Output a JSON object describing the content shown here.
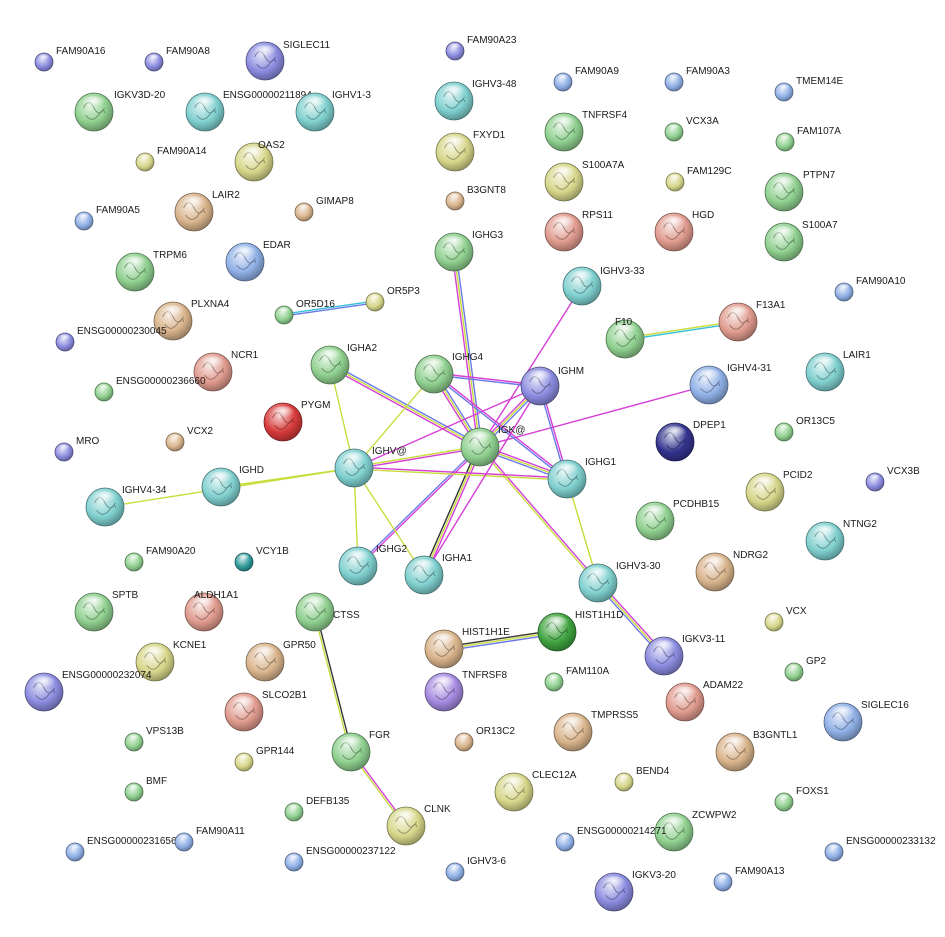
{
  "colors": {
    "purple": "#8b8be0",
    "blue": "#8fb0e6",
    "green": "#8fd08f",
    "teal": "#7fcfcf",
    "olive": "#d6d68a",
    "tan": "#d9b48c",
    "salmon": "#e09a8e",
    "red": "#d83a3a",
    "navy": "#33338f",
    "darkteal": "#2f9a9a",
    "darkgreen": "#3fa33f",
    "violet": "#a58ae0",
    "edge_magenta": "#d63fd6",
    "edge_yellow": "#c8dc3c",
    "edge_blue": "#6a7ae8",
    "edge_dark": "#333333",
    "edge_cyan": "#38c0d8"
  },
  "nodes": [
    {
      "id": "FAM90A16",
      "label": "FAM90A16",
      "color": "purple",
      "size": "s"
    },
    {
      "id": "FAM90A8",
      "label": "FAM90A8",
      "color": "purple",
      "size": "s"
    },
    {
      "id": "SIGLEC11",
      "label": "SIGLEC11",
      "color": "purple",
      "size": "l"
    },
    {
      "id": "FAM90A23",
      "label": "FAM90A23",
      "color": "purple",
      "size": "s"
    },
    {
      "id": "IGKV3D-20",
      "label": "IGKV3D-20",
      "color": "green",
      "size": "l"
    },
    {
      "id": "ENSG00000211894",
      "label": "ENSG00000211894",
      "color": "teal",
      "size": "l"
    },
    {
      "id": "IGHV1-3",
      "label": "IGHV1-3",
      "color": "teal",
      "size": "l"
    },
    {
      "id": "IGHV3-48",
      "label": "IGHV3-48",
      "color": "teal",
      "size": "l"
    },
    {
      "id": "FAM90A9",
      "label": "FAM90A9",
      "color": "blue",
      "size": "s"
    },
    {
      "id": "FAM90A3",
      "label": "FAM90A3",
      "color": "blue",
      "size": "s"
    },
    {
      "id": "TMEM14E",
      "label": "TMEM14E",
      "color": "blue",
      "size": "s"
    },
    {
      "id": "TNFRSF4",
      "label": "TNFRSF4",
      "color": "green",
      "size": "l"
    },
    {
      "id": "VCX3A",
      "label": "VCX3A",
      "color": "green",
      "size": "s"
    },
    {
      "id": "FAM107A",
      "label": "FAM107A",
      "color": "green",
      "size": "s"
    },
    {
      "id": "FXYD1",
      "label": "FXYD1",
      "color": "olive",
      "size": "l"
    },
    {
      "id": "OAS2",
      "label": "OAS2",
      "color": "olive",
      "size": "l"
    },
    {
      "id": "FAM90A14",
      "label": "FAM90A14",
      "color": "olive",
      "size": "s"
    },
    {
      "id": "S100A7A",
      "label": "S100A7A",
      "color": "olive",
      "size": "l"
    },
    {
      "id": "FAM129C",
      "label": "FAM129C",
      "color": "olive",
      "size": "s"
    },
    {
      "id": "PTPN7",
      "label": "PTPN7",
      "color": "green",
      "size": "l"
    },
    {
      "id": "LAIR2",
      "label": "LAIR2",
      "color": "tan",
      "size": "l"
    },
    {
      "id": "GIMAP8",
      "label": "GIMAP8",
      "color": "tan",
      "size": "s"
    },
    {
      "id": "B3GNT8",
      "label": "B3GNT8",
      "color": "tan",
      "size": "s"
    },
    {
      "id": "FAM90A5",
      "label": "FAM90A5",
      "color": "blue",
      "size": "s"
    },
    {
      "id": "IGHG3",
      "label": "IGHG3",
      "color": "green",
      "size": "l"
    },
    {
      "id": "RPS11",
      "label": "RPS11",
      "color": "salmon",
      "size": "l"
    },
    {
      "id": "HGD",
      "label": "HGD",
      "color": "salmon",
      "size": "l"
    },
    {
      "id": "S100A7",
      "label": "S100A7",
      "color": "green",
      "size": "l"
    },
    {
      "id": "EDAR",
      "label": "EDAR",
      "color": "blue",
      "size": "l"
    },
    {
      "id": "TRPM6",
      "label": "TRPM6",
      "color": "green",
      "size": "l"
    },
    {
      "id": "IGHV3-33",
      "label": "IGHV3-33",
      "color": "teal",
      "size": "l"
    },
    {
      "id": "FAM90A10",
      "label": "FAM90A10",
      "color": "blue",
      "size": "s"
    },
    {
      "id": "OR5D16",
      "label": "OR5D16",
      "color": "green",
      "size": "s"
    },
    {
      "id": "OR5P3",
      "label": "OR5P3",
      "color": "olive",
      "size": "s"
    },
    {
      "id": "PLXNA4",
      "label": "PLXNA4",
      "color": "tan",
      "size": "l"
    },
    {
      "id": "ENSG00000230045",
      "label": "ENSG00000230045",
      "color": "purple",
      "size": "s"
    },
    {
      "id": "F10",
      "label": "F10",
      "color": "green",
      "size": "l"
    },
    {
      "id": "F13A1",
      "label": "F13A1",
      "color": "salmon",
      "size": "l"
    },
    {
      "id": "LAIR1",
      "label": "LAIR1",
      "color": "teal",
      "size": "l"
    },
    {
      "id": "NCR1",
      "label": "NCR1",
      "color": "salmon",
      "size": "l"
    },
    {
      "id": "IGHA2",
      "label": "IGHA2",
      "color": "green",
      "size": "l"
    },
    {
      "id": "IGHG4",
      "label": "IGHG4",
      "color": "green",
      "size": "l"
    },
    {
      "id": "IGHM",
      "label": "IGHM",
      "color": "purple",
      "size": "l"
    },
    {
      "id": "IGHV4-31",
      "label": "IGHV4-31",
      "color": "blue",
      "size": "l"
    },
    {
      "id": "ENSG00000236660",
      "label": "ENSG00000236660",
      "color": "green",
      "size": "s"
    },
    {
      "id": "PYGM",
      "label": "PYGM",
      "color": "red",
      "size": "l"
    },
    {
      "id": "VCX2",
      "label": "VCX2",
      "color": "tan",
      "size": "s"
    },
    {
      "id": "IGK@",
      "label": "IGK@",
      "color": "green",
      "size": "l"
    },
    {
      "id": "DPEP1",
      "label": "DPEP1",
      "color": "navy",
      "size": "l"
    },
    {
      "id": "OR13C5",
      "label": "OR13C5",
      "color": "green",
      "size": "s"
    },
    {
      "id": "MRO",
      "label": "MRO",
      "color": "purple",
      "size": "s"
    },
    {
      "id": "IGHV@",
      "label": "IGHV@",
      "color": "teal",
      "size": "l"
    },
    {
      "id": "IGHD",
      "label": "IGHD",
      "color": "teal",
      "size": "l"
    },
    {
      "id": "IGHG1",
      "label": "IGHG1",
      "color": "teal",
      "size": "l"
    },
    {
      "id": "PCID2",
      "label": "PCID2",
      "color": "olive",
      "size": "l"
    },
    {
      "id": "VCX3B",
      "label": "VCX3B",
      "color": "purple",
      "size": "s"
    },
    {
      "id": "IGHV4-34",
      "label": "IGHV4-34",
      "color": "teal",
      "size": "l"
    },
    {
      "id": "PCDHB15",
      "label": "PCDHB15",
      "color": "green",
      "size": "l"
    },
    {
      "id": "NTNG2",
      "label": "NTNG2",
      "color": "teal",
      "size": "l"
    },
    {
      "id": "FAM90A20",
      "label": "FAM90A20",
      "color": "green",
      "size": "s"
    },
    {
      "id": "VCY1B",
      "label": "VCY1B",
      "color": "darkteal",
      "size": "s"
    },
    {
      "id": "IGHG2",
      "label": "IGHG2",
      "color": "teal",
      "size": "l"
    },
    {
      "id": "IGHA1",
      "label": "IGHA1",
      "color": "teal",
      "size": "l"
    },
    {
      "id": "IGHV3-30",
      "label": "IGHV3-30",
      "color": "teal",
      "size": "l"
    },
    {
      "id": "NDRG2",
      "label": "NDRG2",
      "color": "tan",
      "size": "l"
    },
    {
      "id": "SPTB",
      "label": "SPTB",
      "color": "green",
      "size": "l"
    },
    {
      "id": "ALDH1A1",
      "label": "ALDH1A1",
      "color": "salmon",
      "size": "l"
    },
    {
      "id": "CTSS",
      "label": "CTSS",
      "color": "green",
      "size": "l"
    },
    {
      "id": "HIST1H1E",
      "label": "HIST1H1E",
      "color": "tan",
      "size": "l"
    },
    {
      "id": "HIST1H1D",
      "label": "HIST1H1D",
      "color": "darkgreen",
      "size": "l"
    },
    {
      "id": "VCX",
      "label": "VCX",
      "color": "olive",
      "size": "s"
    },
    {
      "id": "KCNE1",
      "label": "KCNE1",
      "color": "olive",
      "size": "l"
    },
    {
      "id": "GPR50",
      "label": "GPR50",
      "color": "tan",
      "size": "l"
    },
    {
      "id": "IGKV3-11",
      "label": "IGKV3-11",
      "color": "purple",
      "size": "l"
    },
    {
      "id": "ENSG00000232074",
      "label": "ENSG00000232074",
      "color": "purple",
      "size": "l"
    },
    {
      "id": "TNFRSF8",
      "label": "TNFRSF8",
      "color": "violet",
      "size": "l"
    },
    {
      "id": "FAM110A",
      "label": "FAM110A",
      "color": "green",
      "size": "s"
    },
    {
      "id": "GP2",
      "label": "GP2",
      "color": "green",
      "size": "s"
    },
    {
      "id": "SLCO2B1",
      "label": "SLCO2B1",
      "color": "salmon",
      "size": "l"
    },
    {
      "id": "ADAM22",
      "label": "ADAM22",
      "color": "salmon",
      "size": "l"
    },
    {
      "id": "SIGLEC16",
      "label": "SIGLEC16",
      "color": "blue",
      "size": "l"
    },
    {
      "id": "TMPRSS5",
      "label": "TMPRSS5",
      "color": "tan",
      "size": "l"
    },
    {
      "id": "VPS13B",
      "label": "VPS13B",
      "color": "green",
      "size": "s"
    },
    {
      "id": "FGR",
      "label": "FGR",
      "color": "green",
      "size": "l"
    },
    {
      "id": "OR13C2",
      "label": "OR13C2",
      "color": "tan",
      "size": "s"
    },
    {
      "id": "B3GNTL1",
      "label": "B3GNTL1",
      "color": "tan",
      "size": "l"
    },
    {
      "id": "GPR144",
      "label": "GPR144",
      "color": "olive",
      "size": "s"
    },
    {
      "id": "CLEC12A",
      "label": "CLEC12A",
      "color": "olive",
      "size": "l"
    },
    {
      "id": "BEND4",
      "label": "BEND4",
      "color": "olive",
      "size": "s"
    },
    {
      "id": "BMF",
      "label": "BMF",
      "color": "green",
      "size": "s"
    },
    {
      "id": "FOXS1",
      "label": "FOXS1",
      "color": "green",
      "size": "s"
    },
    {
      "id": "DEFB135",
      "label": "DEFB135",
      "color": "green",
      "size": "s"
    },
    {
      "id": "CLNK",
      "label": "CLNK",
      "color": "olive",
      "size": "l"
    },
    {
      "id": "ZCWPW2",
      "label": "ZCWPW2",
      "color": "green",
      "size": "l"
    },
    {
      "id": "ENSG00000231656",
      "label": "ENSG00000231656",
      "color": "blue",
      "size": "s"
    },
    {
      "id": "FAM90A11",
      "label": "FAM90A11",
      "color": "blue",
      "size": "s"
    },
    {
      "id": "ENSG00000214271",
      "label": "ENSG00000214271",
      "color": "blue",
      "size": "s"
    },
    {
      "id": "ENSG00000233132",
      "label": "ENSG00000233132",
      "color": "blue",
      "size": "s"
    },
    {
      "id": "ENSG00000237122",
      "label": "ENSG00000237122",
      "color": "blue",
      "size": "s"
    },
    {
      "id": "IGHV3-6",
      "label": "IGHV3-6",
      "color": "blue",
      "size": "s"
    },
    {
      "id": "IGKV3-20",
      "label": "IGKV3-20",
      "color": "purple",
      "size": "l"
    },
    {
      "id": "FAM90A13",
      "label": "FAM90A13",
      "color": "blue",
      "size": "s"
    }
  ],
  "edges": [
    {
      "a": "IGK@",
      "b": "IGHG3",
      "colors": [
        "edge_magenta",
        "edge_yellow",
        "edge_blue"
      ]
    },
    {
      "a": "IGK@",
      "b": "IGHA2",
      "colors": [
        "edge_magenta",
        "edge_yellow",
        "edge_blue"
      ]
    },
    {
      "a": "IGK@",
      "b": "IGHG4",
      "colors": [
        "edge_magenta",
        "edge_yellow",
        "edge_blue"
      ]
    },
    {
      "a": "IGK@",
      "b": "IGHM",
      "colors": [
        "edge_magenta",
        "edge_yellow",
        "edge_blue"
      ]
    },
    {
      "a": "IGK@",
      "b": "IGHV3-33",
      "colors": [
        "edge_magenta"
      ]
    },
    {
      "a": "IGK@",
      "b": "IGHV4-31",
      "colors": [
        "edge_magenta"
      ]
    },
    {
      "a": "IGK@",
      "b": "IGHG1",
      "colors": [
        "edge_magenta",
        "edge_yellow",
        "edge_blue"
      ]
    },
    {
      "a": "IGK@",
      "b": "IGHV@",
      "colors": [
        "edge_magenta",
        "edge_yellow"
      ]
    },
    {
      "a": "IGK@",
      "b": "IGHG2",
      "colors": [
        "edge_magenta",
        "edge_blue"
      ]
    },
    {
      "a": "IGK@",
      "b": "IGHA1",
      "colors": [
        "edge_magenta",
        "edge_yellow",
        "edge_dark"
      ]
    },
    {
      "a": "IGK@",
      "b": "IGHV3-30",
      "colors": [
        "edge_magenta",
        "edge_yellow"
      ]
    },
    {
      "a": "IGHV@",
      "b": "IGHA2",
      "colors": [
        "edge_yellow"
      ]
    },
    {
      "a": "IGHV@",
      "b": "IGHG4",
      "colors": [
        "edge_yellow"
      ]
    },
    {
      "a": "IGHV@",
      "b": "IGHM",
      "colors": [
        "edge_magenta"
      ]
    },
    {
      "a": "IGHV@",
      "b": "IGHD",
      "colors": [
        "edge_yellow"
      ]
    },
    {
      "a": "IGHV@",
      "b": "IGHV4-34",
      "colors": [
        "edge_yellow"
      ]
    },
    {
      "a": "IGHV@",
      "b": "IGHG1",
      "colors": [
        "edge_magenta",
        "edge_yellow"
      ]
    },
    {
      "a": "IGHV@",
      "b": "IGHG2",
      "colors": [
        "edge_yellow"
      ]
    },
    {
      "a": "IGHV@",
      "b": "IGHA1",
      "colors": [
        "edge_yellow"
      ]
    },
    {
      "a": "IGHG4",
      "b": "IGHM",
      "colors": [
        "edge_magenta",
        "edge_blue"
      ]
    },
    {
      "a": "IGHG4",
      "b": "IGHG1",
      "colors": [
        "edge_magenta",
        "edge_blue"
      ]
    },
    {
      "a": "IGHM",
      "b": "IGHG1",
      "colors": [
        "edge_magenta",
        "edge_blue"
      ]
    },
    {
      "a": "IGHM",
      "b": "IGHA1",
      "colors": [
        "edge_magenta"
      ]
    },
    {
      "a": "IGHG1",
      "b": "IGHV3-30",
      "colors": [
        "edge_yellow"
      ]
    },
    {
      "a": "IGHV3-30",
      "b": "IGKV3-11",
      "colors": [
        "edge_magenta",
        "edge_yellow",
        "edge_blue"
      ]
    },
    {
      "a": "OR5D16",
      "b": "OR5P3",
      "colors": [
        "edge_cyan",
        "edge_blue"
      ]
    },
    {
      "a": "F10",
      "b": "F13A1",
      "colors": [
        "edge_yellow",
        "edge_cyan"
      ]
    },
    {
      "a": "HIST1H1E",
      "b": "HIST1H1D",
      "colors": [
        "edge_dark",
        "edge_yellow",
        "edge_blue"
      ]
    },
    {
      "a": "CTSS",
      "b": "FGR",
      "colors": [
        "edge_dark",
        "edge_yellow"
      ]
    },
    {
      "a": "FGR",
      "b": "CLNK",
      "colors": [
        "edge_magenta",
        "edge_yellow"
      ]
    }
  ]
}
